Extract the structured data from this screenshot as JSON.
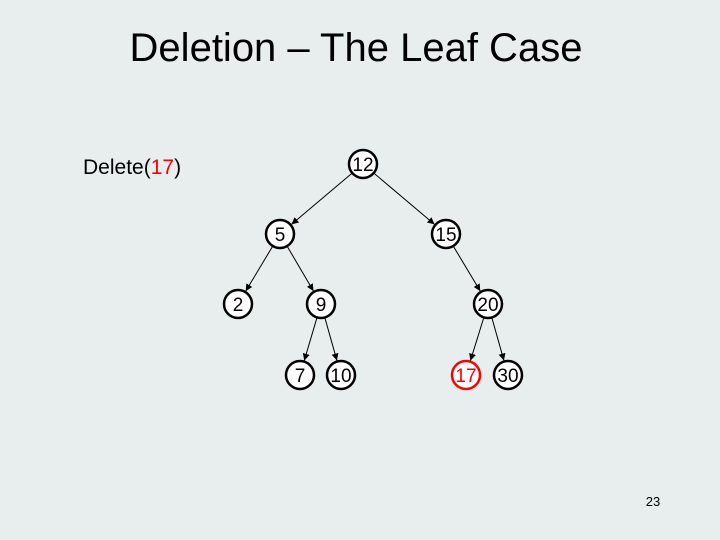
{
  "slide": {
    "title": "Deletion – The Leaf Case",
    "page_number": "23"
  },
  "caption": {
    "prefix": "Delete(",
    "key": "17",
    "suffix": ")",
    "key_color": "#ff0000"
  },
  "tree": {
    "nodes": [
      {
        "id": "n12",
        "label": "12"
      },
      {
        "id": "n5",
        "label": "5"
      },
      {
        "id": "n15",
        "label": "15"
      },
      {
        "id": "n2",
        "label": "2"
      },
      {
        "id": "n9",
        "label": "9"
      },
      {
        "id": "n20",
        "label": "20"
      },
      {
        "id": "n7",
        "label": "7"
      },
      {
        "id": "n10",
        "label": "10"
      },
      {
        "id": "n17",
        "label": "17",
        "highlighted": true
      },
      {
        "id": "n30",
        "label": "30"
      }
    ],
    "edges": [
      [
        "n12",
        "n5"
      ],
      [
        "n12",
        "n15"
      ],
      [
        "n5",
        "n2"
      ],
      [
        "n5",
        "n9"
      ],
      [
        "n15",
        "n20"
      ],
      [
        "n9",
        "n7"
      ],
      [
        "n9",
        "n10"
      ],
      [
        "n20",
        "n17"
      ],
      [
        "n20",
        "n30"
      ]
    ],
    "highlight_color": "#ff0000"
  }
}
